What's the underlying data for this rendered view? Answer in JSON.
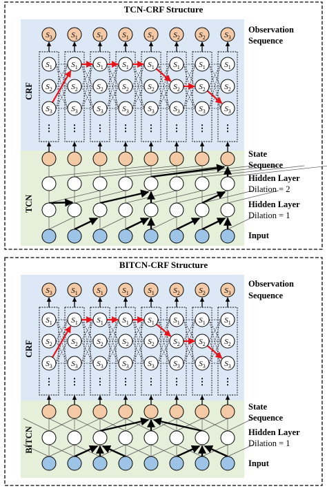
{
  "panels": [
    {
      "title": "TCN-CRF Structure",
      "crf_label": "CRF",
      "net_label": "TCN",
      "observation_label": [
        "Observation",
        "Sequence"
      ],
      "state_label": [
        "State",
        "Sequence"
      ],
      "hidden_layers": [
        {
          "title": "Hidden Layer",
          "dilation": "Dilation = 2"
        },
        {
          "title": "Hidden Layer",
          "dilation": "Dilation = 1"
        }
      ],
      "input_label": "Input",
      "observations": [
        "3",
        "1",
        "1",
        "1",
        "1",
        "2",
        "2",
        "3"
      ],
      "crf_states": [
        "1",
        "2",
        "3"
      ],
      "ellipsis": "⋮",
      "viterbi_path": [
        3,
        1,
        1,
        1,
        1,
        2,
        2,
        3
      ]
    },
    {
      "title": "BITCN-CRF Structure",
      "crf_label": "CRF",
      "net_label": "BITCN",
      "observation_label": [
        "Observation",
        "Sequence"
      ],
      "state_label": [
        "State",
        "Sequence"
      ],
      "hidden_layers": [
        {
          "title": "Hidden Layer",
          "dilation": "Dilation = 1"
        }
      ],
      "input_label": "Input",
      "observations": [
        "3",
        "1",
        "1",
        "1",
        "1",
        "2",
        "2",
        "3"
      ],
      "crf_states": [
        "1",
        "2",
        "3"
      ],
      "ellipsis": "⋮",
      "viterbi_path": [
        3,
        1,
        1,
        1,
        1,
        2,
        2,
        3
      ]
    }
  ],
  "colors": {
    "crf_bg": "#dde8f6",
    "tcn_bg": "#e6efda",
    "orange_node": "#f4c9a6",
    "blue_node": "#9dc3e6",
    "path": "#e8141b"
  }
}
